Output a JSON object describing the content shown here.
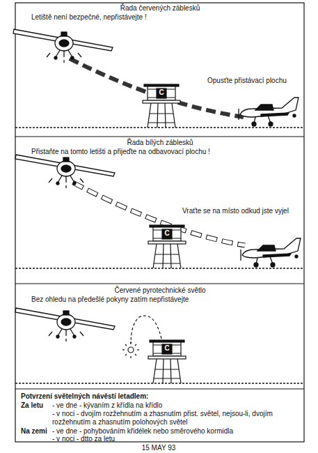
{
  "diagram": {
    "labels": [
      "Řada červených záblesků",
      "Letiště není bezpečné, nepřistávejte !",
      "Opusťte přistávací plochu",
      "C",
      "Řada bílých záblesků",
      "Přistaňte na tomto letišti a přijeďte na odbavovací plochu !",
      "Vraťte se na místo odkud jste vyjel",
      "C",
      "Červené pyrotechnické světlo",
      "Bez ohledu na předešlé pokyny zatím nepřistávejte",
      "C",
      "Potvrzení světelných návěstí letadlem:",
      "Za letu",
      "- ve dne - kývaním z křídla na křídlo",
      "- v noci - dvojím rozžehnutím a zhasnutím přist. světel, nejsou-li, dvojím rozžehnutím a zhasnutím polohových světel",
      "Na zemi",
      "- ve dne - pohybováním křidélek nebo směrového kormidla",
      "- v noci - dtto za letu",
      "15 MAY 93"
    ]
  }
}
